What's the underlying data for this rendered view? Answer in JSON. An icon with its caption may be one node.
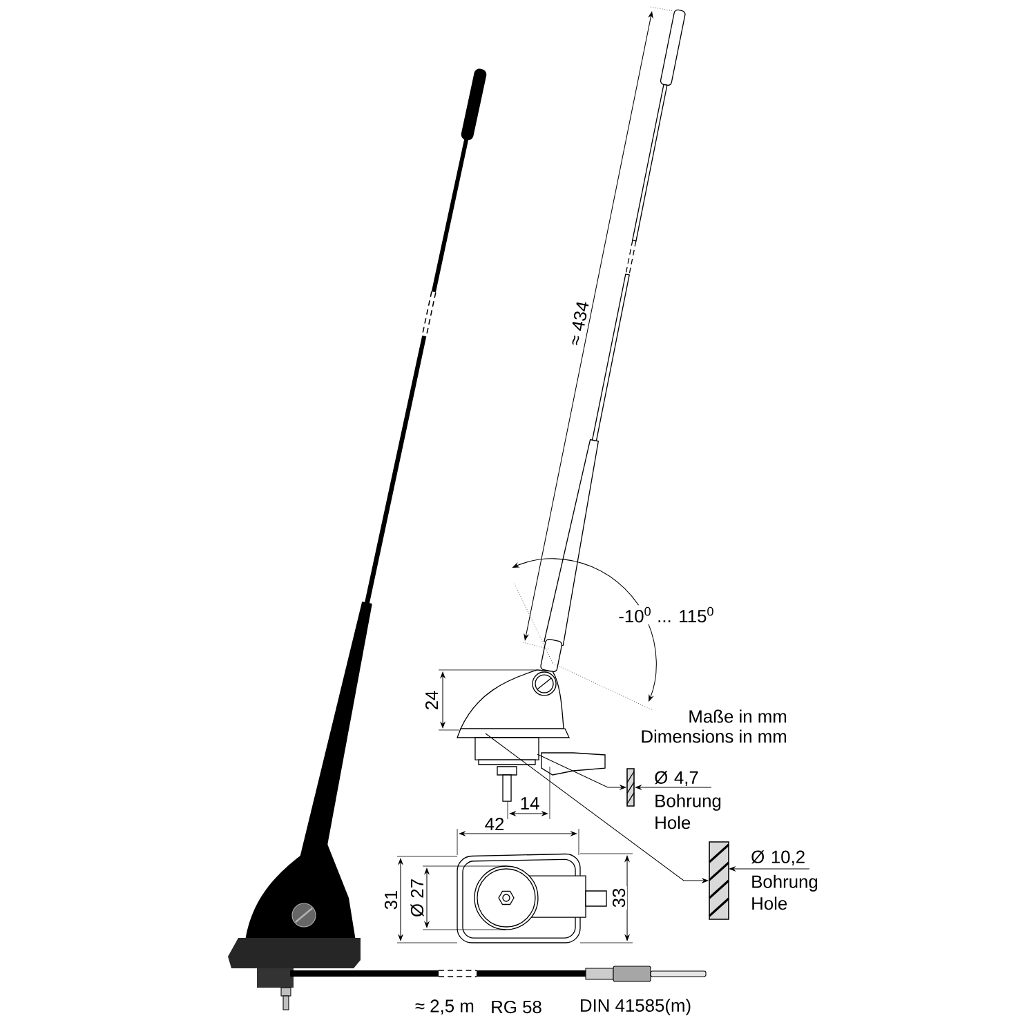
{
  "diagram": {
    "nodes": [
      {
        "text": [],
        "shape": "picture",
        "beside": [
          "Ø 4,7",
          "Bohrung Hole"
        ]
      },
      {
        "text": [],
        "shape": "picture",
        "beside": [
          "Ø 10,2",
          "Bohrung Hole"
        ]
      }
    ],
    "edges": [
      {
        "from": null,
        "to": 0,
        "arrow": "to"
      },
      {
        "from": null,
        "to": 1,
        "arrow": "to"
      }
    ],
    "labels": [
      "≈ 434",
      "-10$^{0}$ ... 115$^{0}$",
      "24",
      "Maße in mm",
      "Dimensions in mm",
      "14",
      "42",
      "31",
      "Ø 27",
      "33",
      "≈ 2,5 m",
      "RG 58",
      "DIN 41585(m)"
    ]
  }
}
